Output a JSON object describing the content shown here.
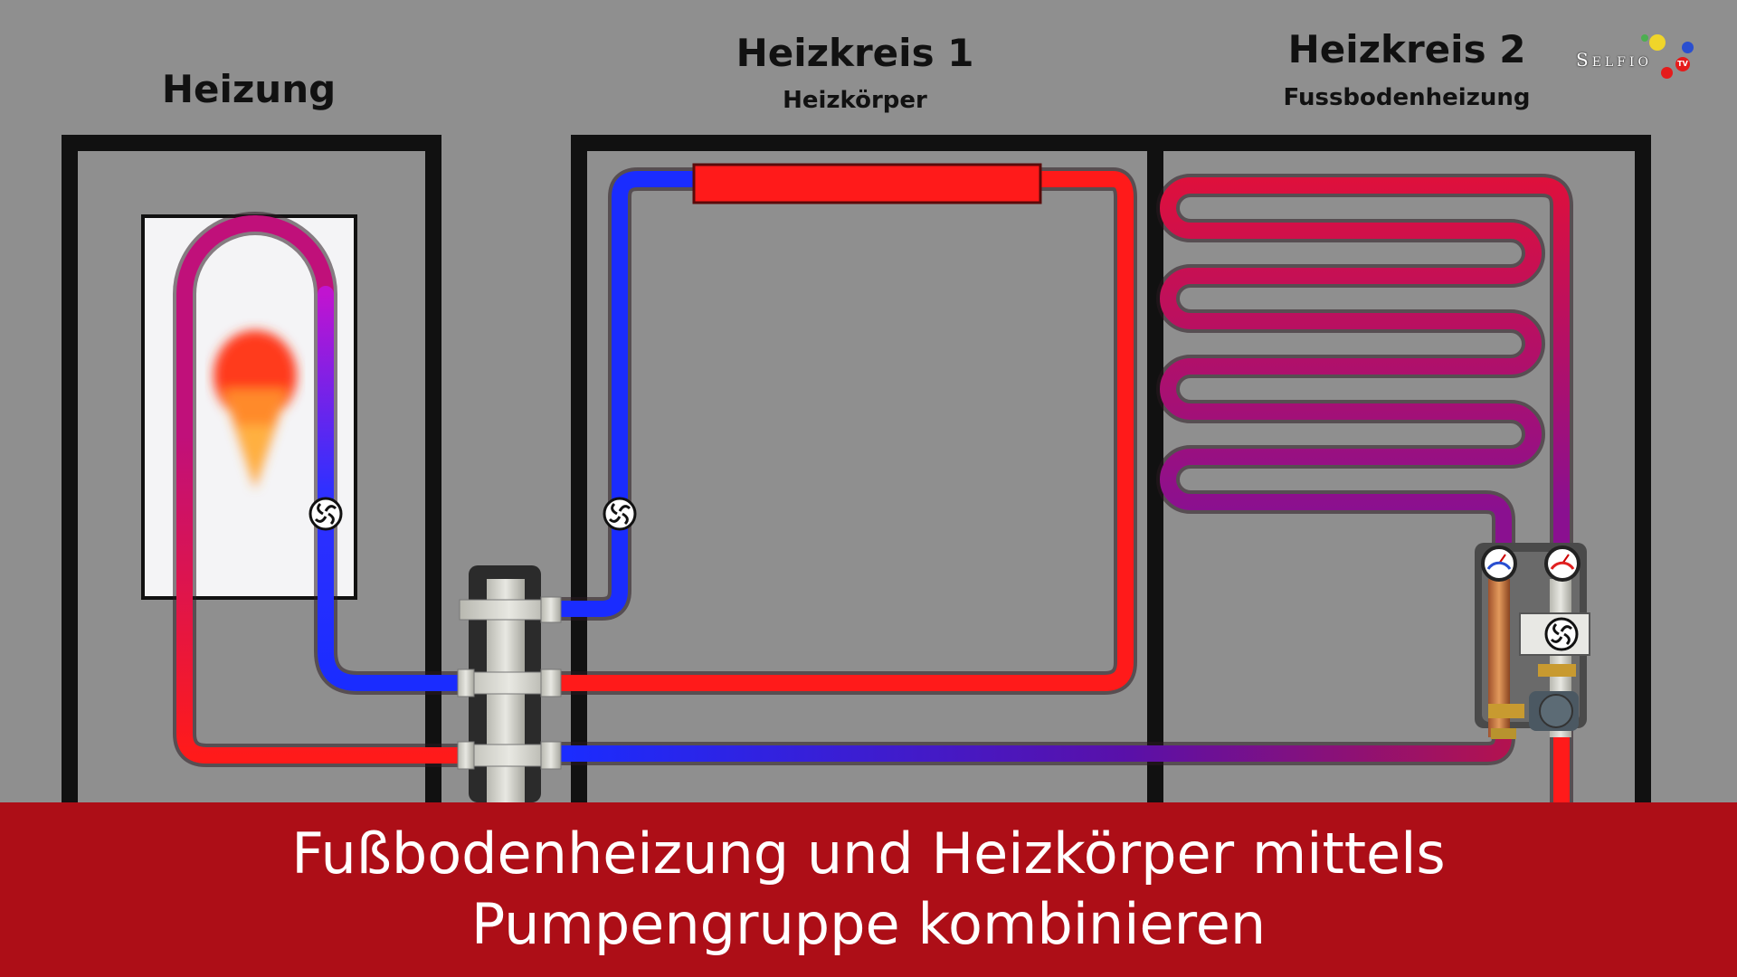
{
  "labels": {
    "heizung": "Heizung",
    "kreis1_title": "Heizkreis 1",
    "kreis1_sub": "Heizkörper",
    "kreis2_title": "Heizkreis 2",
    "kreis2_sub": "Fussbodenheizung"
  },
  "logo": {
    "text": "Selfio",
    "badge": "TV",
    "dot_colors": [
      "#e51b1b",
      "#f0d52a",
      "#4caf50",
      "#2a4fd0"
    ]
  },
  "banner": {
    "line1": "Fußbodenheizung und Heizkörper mittels",
    "line2": "Pumpengruppe kombinieren",
    "color": "#ad0e17"
  },
  "colors": {
    "hot": "#ff1a1a",
    "cold": "#1a2cff",
    "mixed": "#b3124f",
    "background": "#8f8f8f"
  }
}
